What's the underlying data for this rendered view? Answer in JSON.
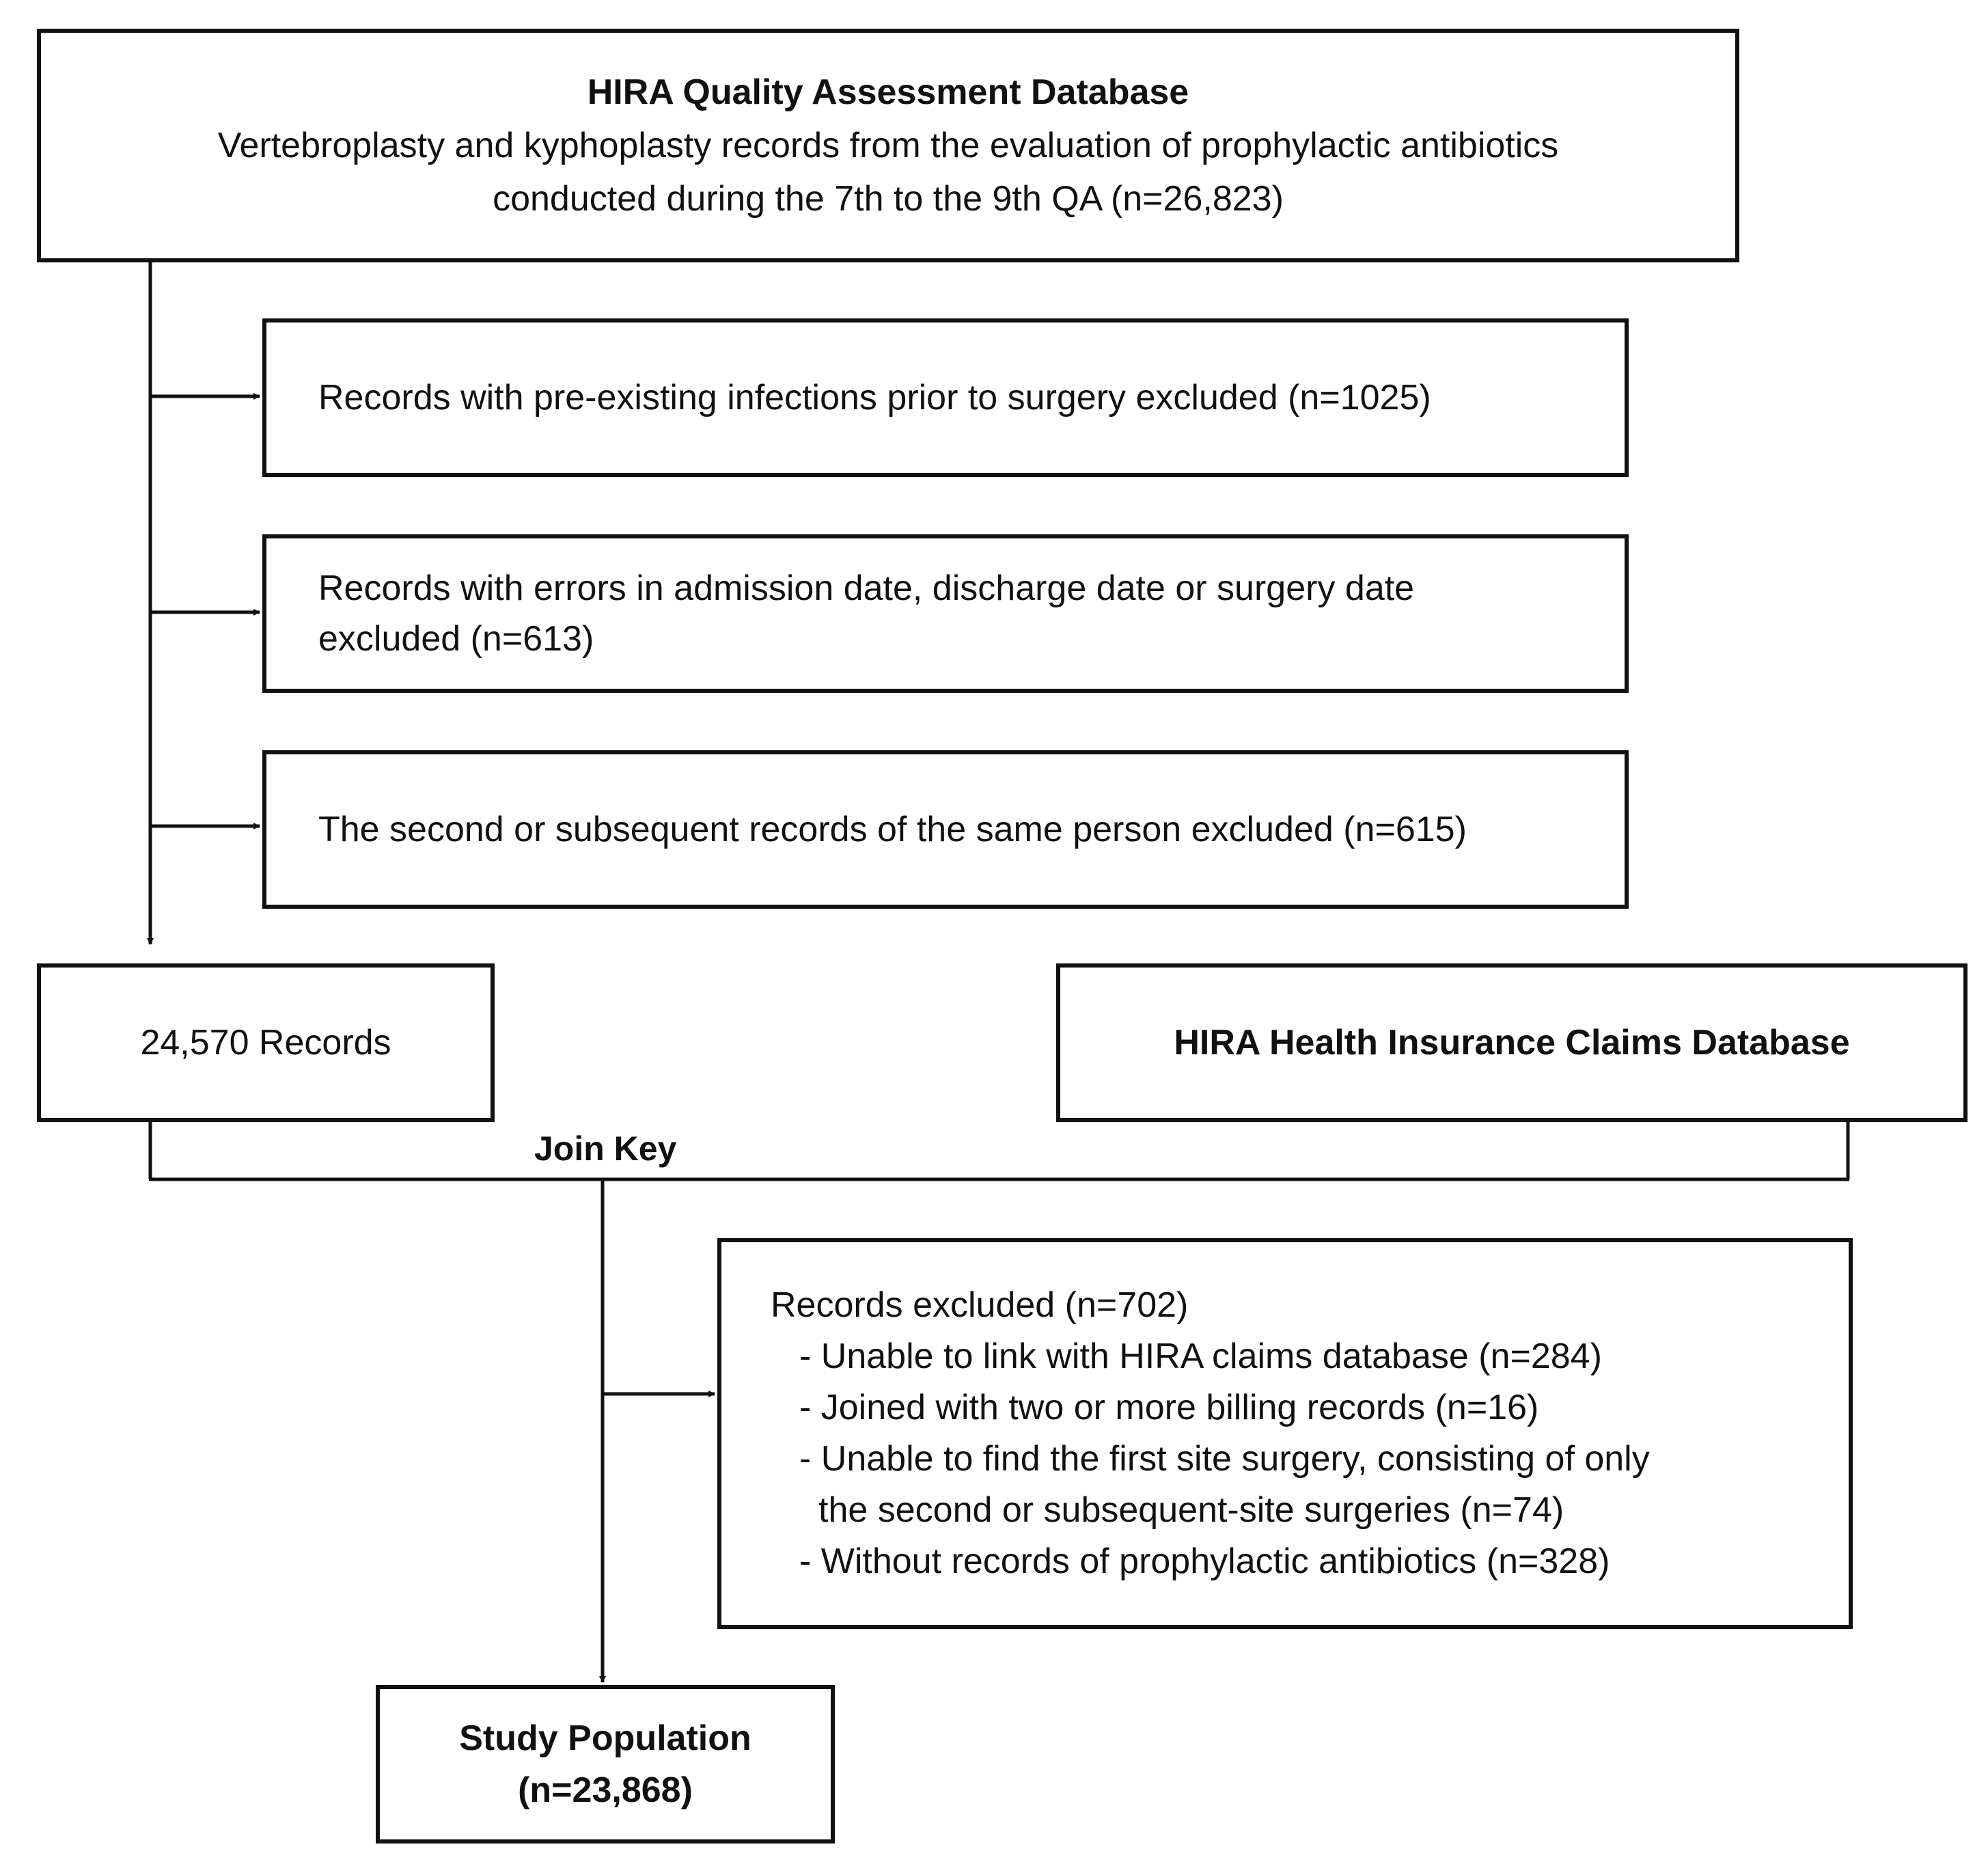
{
  "source_db": {
    "title": "HIRA Quality Assessment Database",
    "line1": "Vertebroplasty and kyphoplasty records from the evaluation of prophylactic antibiotics",
    "line2": "conducted during the 7th to the 9th QA (n=26,823)"
  },
  "exclusions": [
    {
      "lines": [
        "Records with pre-existing infections prior to surgery excluded (n=1025)"
      ]
    },
    {
      "lines": [
        "Records with errors in admission date, discharge date or surgery date",
        "excluded (n=613)"
      ]
    },
    {
      "lines": [
        "The second or subsequent records of the same person excluded  (n=615)"
      ]
    }
  ],
  "records_box": {
    "label": "24,570 Records"
  },
  "claims_db": {
    "label": "HIRA Health Insurance Claims Database"
  },
  "join": {
    "label": "Join Key"
  },
  "join_exclusions": {
    "header": "Records excluded (n=702)",
    "items": [
      "- Unable to link with HIRA claims database (n=284)",
      "- Joined with two or more billing records (n=16)",
      "- Unable to find the first site surgery, consisting of only",
      "the second or subsequent-site surgeries (n=74)",
      "- Without records of prophylactic antibiotics (n=328)"
    ]
  },
  "study_population": {
    "title": "Study Population",
    "count": "(n=23,868)"
  },
  "colors": {
    "line": "#111111",
    "background": "#ffffff"
  }
}
